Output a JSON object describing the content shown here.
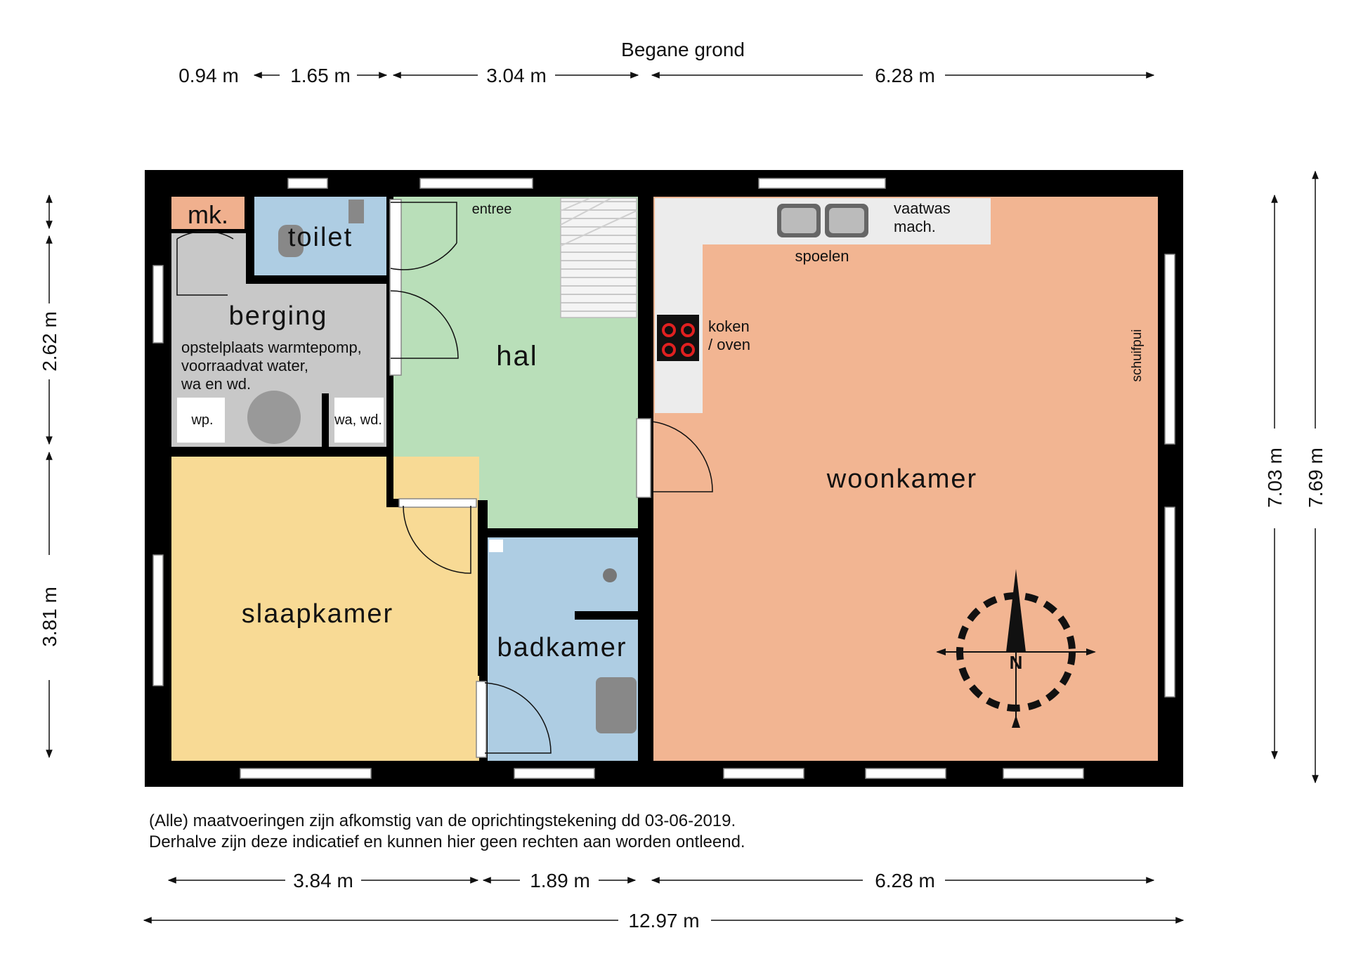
{
  "title": "Begane grond",
  "dimensions": {
    "top": [
      "0.94 m",
      "1.65 m",
      "3.04 m",
      "6.28 m"
    ],
    "bottom": [
      "3.84 m",
      "1.89 m",
      "6.28 m"
    ],
    "total_width": "12.97 m",
    "left": [
      "2.62 m",
      "3.81 m"
    ],
    "right_inner": "7.03 m",
    "right_outer": "7.69 m"
  },
  "rooms": {
    "mk": "mk.",
    "toilet": "toilet",
    "berging": "berging",
    "berging_note": [
      "opstelplaats warmtepomp,",
      "voorraadvat water,",
      "wa en wd."
    ],
    "wp": "wp.",
    "wa_wd": "wa, wd.",
    "hal": "hal",
    "entree": "entree",
    "slaapkamer": "slaapkamer",
    "badkamer": "badkamer",
    "woonkamer": "woonkamer",
    "vaatwas": [
      "vaatwas",
      "mach."
    ],
    "spoelen": "spoelen",
    "koken": [
      "koken",
      "/ oven"
    ],
    "schuifpui": "schuifpui",
    "north": "N"
  },
  "disclaimer": [
    "(Alle) maatvoeringen zijn afkomstig van de oprichtingstekening dd 03-06-2019.",
    "Derhalve zijn deze indicatief en kunnen hier geen rechten aan worden ontleend."
  ],
  "colors": {
    "wall": "#000000",
    "berging": "#c8c8c8",
    "blue_rooms": "#aecde3",
    "hal": "#b9dfb9",
    "slaapkamer": "#f8da95",
    "woonkamer": "#f2b592",
    "mk": "#f0b08e",
    "counter": "#ececec"
  }
}
